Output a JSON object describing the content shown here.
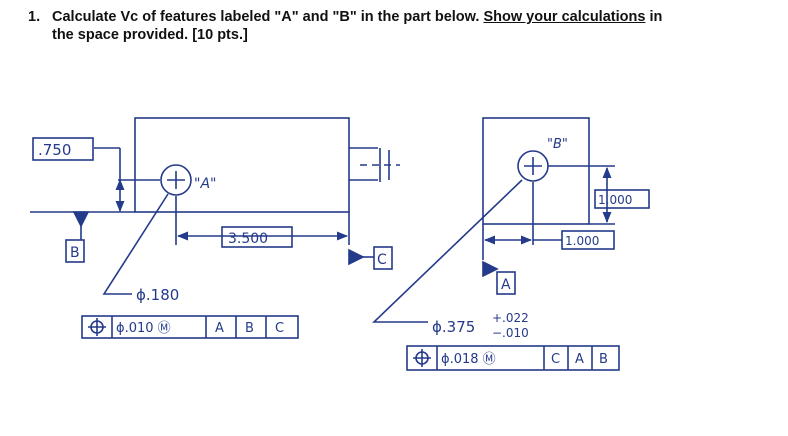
{
  "question": {
    "number": "1.",
    "text_before": "Calculate Vc of features labeled \"A\" and \"B\" in the part below.",
    "underlined": "Show your calculations",
    "text_after": "in",
    "line2": "the space provided. [10 pts.]"
  },
  "left_drawing": {
    "dim_vertical": ".750",
    "hole_label": "\"A\"",
    "dim_horizontal": "3.500",
    "datum_bottom": "B",
    "datum_right": "C",
    "hole_size": "ϕ.180",
    "fcf": [
      "ϕ.010 Ⓜ",
      "A",
      "B",
      "C"
    ]
  },
  "right_drawing": {
    "hole_label": "\"B\"",
    "dim_vertical": "1.000",
    "dim_horizontal": "1.000",
    "datum_left": "A",
    "hole_size": "ϕ.375",
    "tol_plus": "+.022",
    "tol_minus": "−.010",
    "fcf": [
      "ϕ.018 Ⓜ",
      "C",
      "A",
      "B"
    ]
  }
}
